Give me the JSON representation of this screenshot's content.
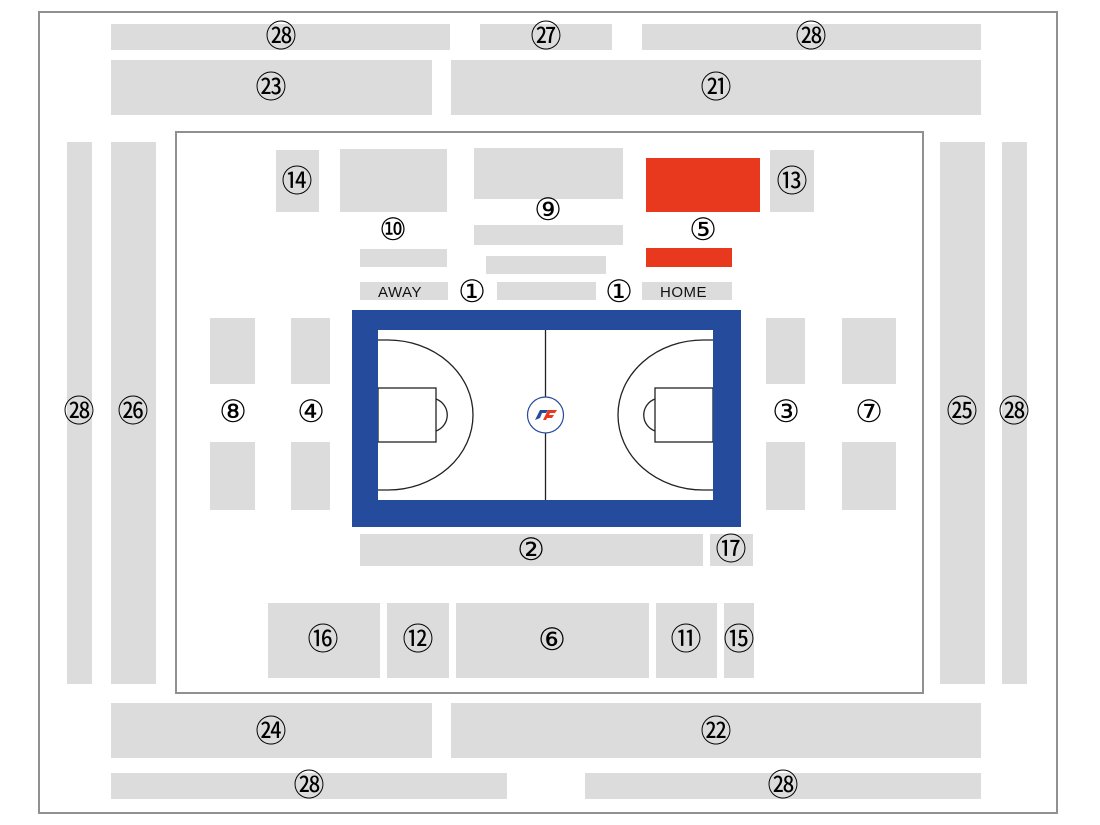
{
  "bench_labels": {
    "away": "AWAY",
    "home": "HOME"
  },
  "section_labels": {
    "s28_top_left": "㉘",
    "s27_top": "㉗",
    "s28_top_right": "㉘",
    "s23": "㉓",
    "s21": "㉑",
    "s14": "⑭",
    "s9": "⑨",
    "s13": "⑬",
    "s10": "⑩",
    "s5": "⑤",
    "s1_left": "①",
    "s1_right": "①",
    "s28_left": "㉘",
    "s26": "㉖",
    "s8": "⑧",
    "s4": "④",
    "s3": "③",
    "s7": "⑦",
    "s25": "㉕",
    "s28_right": "㉘",
    "s2": "②",
    "s17": "⑰",
    "s16": "⑯",
    "s12": "⑫",
    "s6": "⑥",
    "s11": "⑪",
    "s15": "⑮",
    "s24": "㉔",
    "s22": "㉒",
    "s28_bottom_left": "㉘",
    "s28_bottom_right": "㉘"
  },
  "colors": {
    "section_fill": "#dcdcdc",
    "highlight_fill": "#e8381e",
    "court_border": "#244b9c",
    "court_floor": "#ffffff",
    "logo_blue": "#244b9c",
    "logo_red": "#e8381e"
  },
  "highlighted_section": "s5",
  "center_logo_icon": "league-logo-icon"
}
